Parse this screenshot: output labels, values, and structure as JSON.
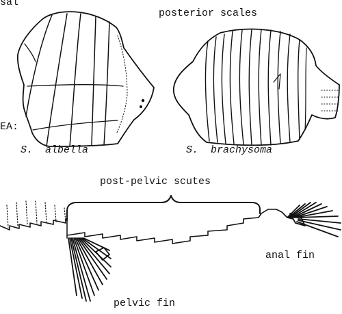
{
  "labels": {
    "dorsal_fragment": "sal",
    "posterior_scales": "posterior scales",
    "anterior_fragment": "EA:",
    "species_left_genus": "S.",
    "species_left_epithet": "albella",
    "species_right_genus": "S.",
    "species_right_epithet": "brachysoma",
    "post_pelvic_scutes": "post-pelvic scutes",
    "anal_fin": "anal fin",
    "pelvic_fin": "pelvic fin"
  }
}
